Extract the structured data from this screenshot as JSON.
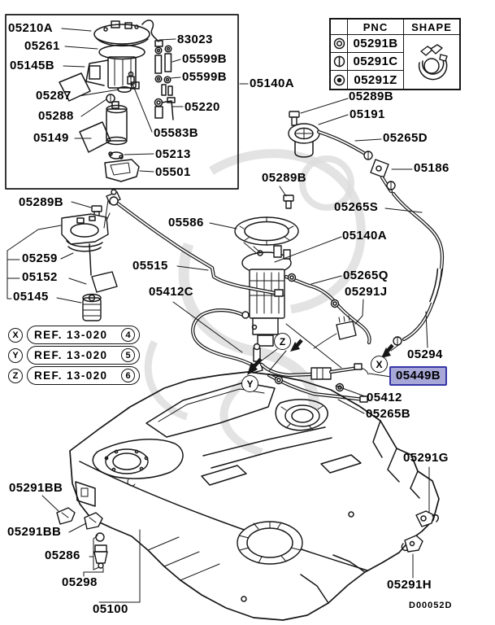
{
  "page": {
    "background": "#ffffff",
    "drawing_code": "D00052D",
    "highlight": {
      "fill": "#a8a8d8",
      "border": "#3636a6"
    }
  },
  "inset": {
    "labels": [
      "05210A",
      "05261",
      "05145B",
      "05287",
      "05288",
      "05149",
      "83023",
      "05599B",
      "05599B",
      "05220",
      "05583B",
      "05213",
      "05501"
    ]
  },
  "clamp_table": {
    "headers": {
      "pnc": "PNC",
      "shape": "SHAPE"
    },
    "rows": [
      {
        "symbol": "double-circle",
        "pnc": "05291B"
      },
      {
        "symbol": "circle-vertical-bar",
        "pnc": "05291C"
      },
      {
        "symbol": "circle-filled-dot",
        "pnc": "05291Z"
      }
    ]
  },
  "ref_notes": [
    {
      "marker": "X",
      "text": "REF. 13-020",
      "num": "4"
    },
    {
      "marker": "Y",
      "text": "REF. 13-020",
      "num": "5"
    },
    {
      "marker": "Z",
      "text": "REF. 13-020",
      "num": "6"
    }
  ],
  "drawing_markers": {
    "x": "X",
    "y": "Y",
    "z": "Z"
  },
  "part_labels": {
    "p05140A_1": "05140A",
    "p05289B_right": "05289B",
    "p05191": "05191",
    "p05265D": "05265D",
    "p05186": "05186",
    "p05265S": "05265S",
    "p05289B_center": "05289B",
    "p05289B_left": "05289B",
    "p05586": "05586",
    "p05140A_2": "05140A",
    "p05515": "05515",
    "p05265Q": "05265Q",
    "p05291J": "05291J",
    "p05412C": "05412C",
    "p05259": "05259",
    "p05152": "05152",
    "p05145": "05145",
    "p05294": "05294",
    "p05449B": "05449B",
    "p05412": "05412",
    "p05265B": "05265B",
    "p05291BB_1": "05291BB",
    "p05291BB_2": "05291BB",
    "p05286": "05286",
    "p05298": "05298",
    "p05100": "05100",
    "p05291G": "05291G",
    "p05291H": "05291H"
  }
}
